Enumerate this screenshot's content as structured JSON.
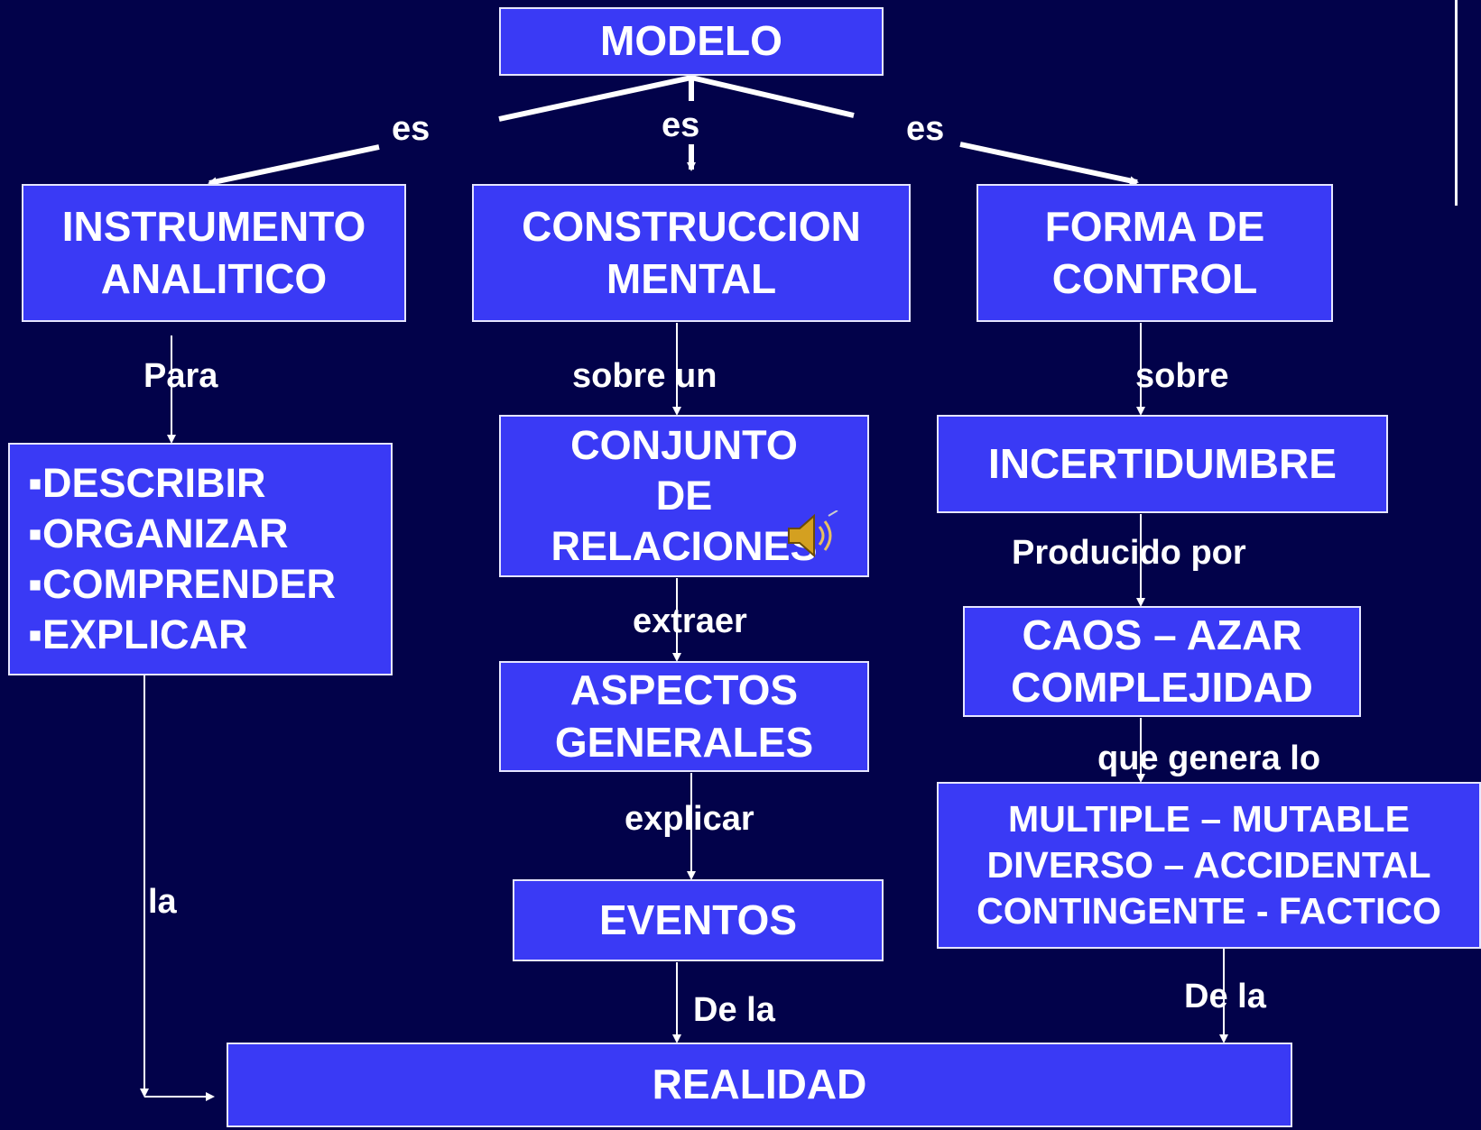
{
  "nodes": {
    "modelo": "MODELO",
    "instrumento": [
      "INSTRUMENTO",
      "ANALITICO"
    ],
    "construccion": [
      "CONSTRUCCION",
      "MENTAL"
    ],
    "forma": [
      "FORMA DE",
      "CONTROL"
    ],
    "acciones": [
      "▪DESCRIBIR",
      "▪ORGANIZAR",
      "▪COMPRENDER",
      "▪EXPLICAR"
    ],
    "conjunto": [
      "CONJUNTO",
      "DE",
      "RELACIONES"
    ],
    "incertidumbre": "INCERTIDUMBRE",
    "aspectos": [
      "ASPECTOS",
      "GENERALES"
    ],
    "caos": [
      "CAOS – AZAR",
      "COMPLEJIDAD"
    ],
    "multiple": [
      "MULTIPLE – MUTABLE",
      "DIVERSO – ACCIDENTAL",
      "CONTINGENTE - FACTICO"
    ],
    "eventos": "EVENTOS",
    "realidad": "REALIDAD"
  },
  "labels": {
    "es_left": "es",
    "es_center": "es",
    "es_right": "es",
    "para": "Para",
    "sobre_un": "sobre un",
    "sobre": "sobre",
    "extraer": "extraer",
    "producido_por": "Producido por",
    "que_genera_lo": "que genera lo",
    "explicar": "explicar",
    "la": "la",
    "de_la_center": "De la",
    "de_la_right": "De la"
  },
  "colors": {
    "background": "#02024a",
    "box": "#3a3af5",
    "text": "#ffffff"
  },
  "icons": {
    "sound": "speaker-icon"
  }
}
